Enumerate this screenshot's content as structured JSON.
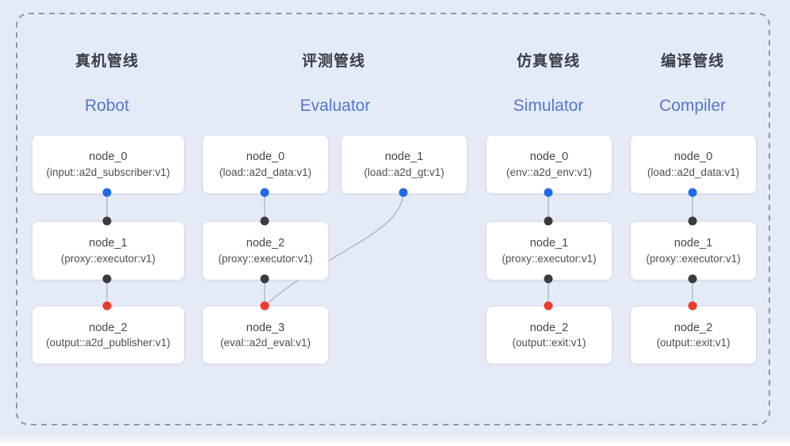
{
  "colors": {
    "background": "#e5eaf7",
    "frame_dash": "#8f96a1",
    "edge": "#a7b2c2",
    "blue_dot": "#1f6ae8",
    "dark_dot": "#3b3b3d",
    "red_dot": "#ee3b2a",
    "title_zh": "#383d46",
    "title_en": "#5478cd",
    "node_text": "#43474f"
  },
  "pipelines": [
    {
      "title_zh": "真机管线",
      "title_en": "Robot",
      "nodes": [
        {
          "label": "node_0",
          "type": "(input::a2d_subscriber:v1)"
        },
        {
          "label": "node_1",
          "type": "(proxy::executor:v1)"
        },
        {
          "label": "node_2",
          "type": "(output::a2d_publisher:v1)"
        }
      ]
    },
    {
      "title_zh": "评测管线",
      "title_en": "Evaluator",
      "nodes": [
        {
          "label": "node_0",
          "type": "(load::a2d_data:v1)"
        },
        {
          "label": "node_1",
          "type": "(load::a2d_gt:v1)"
        },
        {
          "label": "node_2",
          "type": "(proxy::executor:v1)"
        },
        {
          "label": "node_3",
          "type": "(eval::a2d_eval:v1)"
        }
      ]
    },
    {
      "title_zh": "仿真管线",
      "title_en": "Simulator",
      "nodes": [
        {
          "label": "node_0",
          "type": "(env::a2d_env:v1)"
        },
        {
          "label": "node_1",
          "type": "(proxy::executor:v1)"
        },
        {
          "label": "node_2",
          "type": "(output::exit:v1)"
        }
      ]
    },
    {
      "title_zh": "编译管线",
      "title_en": "Compiler",
      "nodes": [
        {
          "label": "node_0",
          "type": "(load::a2d_data:v1)"
        },
        {
          "label": "node_1",
          "type": "(proxy::executor:v1)"
        },
        {
          "label": "node_2",
          "type": "(output::exit:v1)"
        }
      ]
    }
  ]
}
